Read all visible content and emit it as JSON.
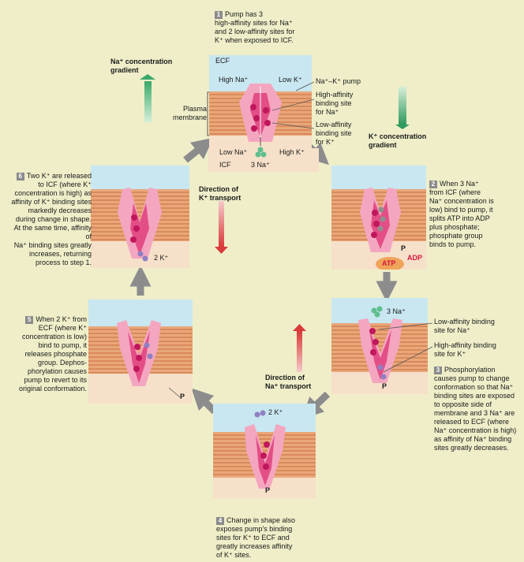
{
  "step1": {
    "num": "1",
    "text": [
      "Pump has 3",
      "high-affinity sites for Na⁺",
      "and 2 low-affinity sites for",
      "K⁺ when exposed to ICF."
    ]
  },
  "main": {
    "ecf": "ECF",
    "icf": "ICF",
    "high_na": "High Na⁺",
    "low_k": "Low K⁺",
    "low_na": "Low Na⁺",
    "high_k": "High K⁺",
    "three_na": "3 Na⁺",
    "plasma_membrane": [
      "Plasma",
      "membrane"
    ],
    "pump_label": "Na⁺–K⁺ pump",
    "high_aff": [
      "High-affinity",
      "binding site",
      "for Na⁺"
    ],
    "low_aff": [
      "Low-affinity",
      "binding site",
      "for K⁺"
    ]
  },
  "na_gradient": [
    "Na⁺ concentration",
    "gradient"
  ],
  "k_gradient": [
    "K⁺ concentration",
    "gradient"
  ],
  "dir_k": [
    "Direction of",
    "K⁺ transport"
  ],
  "dir_na": [
    "Direction of",
    "Na⁺ transport"
  ],
  "step2": {
    "num": "2",
    "text": [
      "When 3 Na⁺",
      "from ICF (where",
      "Na⁺ concentration is",
      "low) bind to pump, it",
      "splits ATP into ADP",
      "plus phosphate;",
      "phosphate group",
      "binds to pump."
    ]
  },
  "atp": "ATP",
  "adp": "ADP",
  "p": "P",
  "step3": {
    "num": "3",
    "text": [
      "Phosphorylation",
      "causes pump to change",
      "conformation so that Na⁺",
      "binding sites are exposed",
      "to opposite side of",
      "membrane and 3 Na⁺ are",
      "released to ECF (where",
      "Na⁺ concentration is high)",
      "as affinity of Na⁺ binding",
      "sites greatly decreases."
    ]
  },
  "step3_labels": {
    "low": [
      "Low-affinity binding",
      "site for Na⁺"
    ],
    "high": [
      "High-affinity binding",
      "site for K⁺"
    ],
    "three_na": "3 Na⁺"
  },
  "step4": {
    "num": "4",
    "text": [
      "Change in shape also",
      "exposes pump's binding",
      "sites for K⁺ to ECF and",
      "greatly increases affinity",
      "of K⁺ sites."
    ]
  },
  "two_k": "2 K⁺",
  "step5": {
    "num": "5",
    "text": [
      "When 2 K⁺ from",
      "ECF (where K⁺",
      "concentration is low)",
      "bind to pump, it",
      "releases phosphate",
      "group. Dephos-",
      "phorylation causes",
      "pump to revert to its",
      "original conformation."
    ]
  },
  "step6": {
    "num": "6",
    "text": [
      "Two K⁺ are released",
      "to ICF (where K⁺",
      "concentration is high) as",
      "affinity of K⁺ binding sites",
      "markedly decreases",
      "during change in shape.",
      "At the same time, affinity of",
      "Na⁺ binding sites greatly",
      "increases, returning",
      "process to step 1."
    ]
  }
}
